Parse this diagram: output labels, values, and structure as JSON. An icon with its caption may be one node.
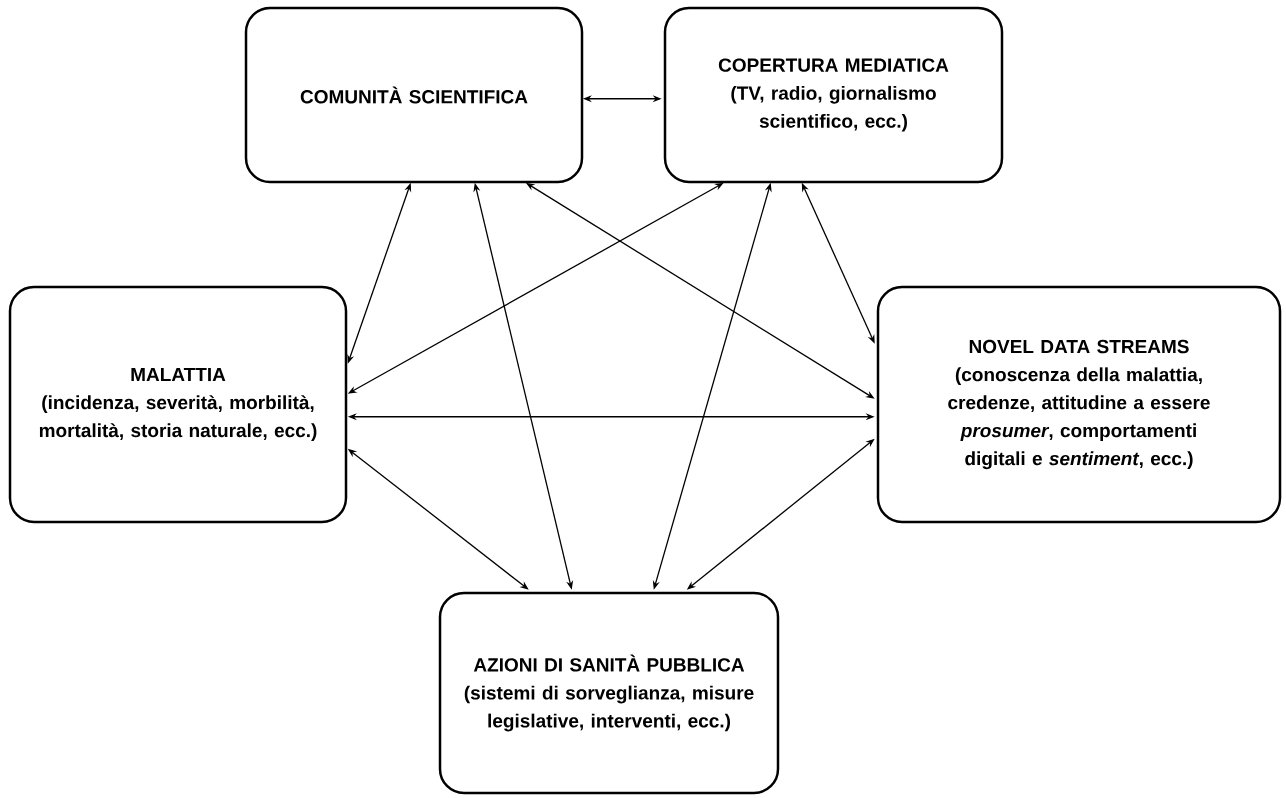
{
  "diagram": {
    "nodes": [
      {
        "text": [
          "COMUNITÀ SCIENTIFICA"
        ]
      },
      {
        "text": [
          "COPERTURA MEDIATICA (TV, radio, giornalismo scientifico, ecc.)"
        ]
      },
      {
        "text": [
          "MALATTIA",
          "(incidenza, severità, morbilità, mortalità, storia naturale, ecc.)"
        ]
      },
      {
        "text": [
          "NOVEL DATA STREAMS",
          "(conoscenza della malattia, credenze, attitudine a essere *prosumer*, comportamenti digitali e *sentiment*, ecc.)"
        ]
      },
      {
        "text": [
          "AZIONI DI SANITÀ PUBBLICA (sistemi di sorveglianza, misure legislative, interventi, ecc.)"
        ]
      }
    ],
    "edges": [
      {
        "from": 0,
        "to": 1,
        "arrow": "both"
      },
      {
        "from": 0,
        "to": 2,
        "arrow": "both"
      },
      {
        "from": 0,
        "to": 4,
        "arrow": "both"
      },
      {
        "from": 0,
        "to": 3,
        "arrow": "both"
      },
      {
        "from": 1,
        "to": 2,
        "arrow": "both"
      },
      {
        "from": 1,
        "to": 4,
        "arrow": "both"
      },
      {
        "from": 1,
        "to": 3,
        "arrow": "both"
      },
      {
        "from": 2,
        "to": 3,
        "arrow": "both"
      },
      {
        "from": 2,
        "to": 4,
        "arrow": "both"
      },
      {
        "from": 3,
        "to": 4,
        "arrow": "both"
      }
    ]
  }
}
